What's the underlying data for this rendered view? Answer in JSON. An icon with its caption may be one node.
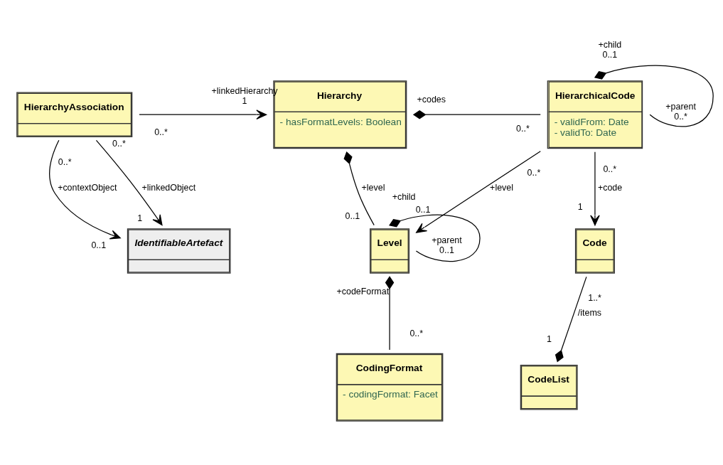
{
  "diagram": {
    "nodes": [
      {
        "text": [
          "HierarchyAssociation"
        ]
      },
      {
        "text": [
          "Hierarchy",
          "- hasFormatLevels: Boolean"
        ]
      },
      {
        "text": [
          "HierarchicalCode",
          "- validFrom: Date",
          "- validTo: Date"
        ]
      },
      {
        "text": [
          "IdentifiableArtefact"
        ]
      },
      {
        "text": [
          "Level"
        ]
      },
      {
        "text": [
          "Code"
        ]
      },
      {
        "text": [
          "CodingFormat",
          "- codingFormat: Facet"
        ]
      },
      {
        "text": [
          "CodeList"
        ]
      }
    ],
    "edges": [
      {
        "from": 0,
        "to": 1,
        "arrow": "to"
      },
      {
        "from": 1,
        "to": 2,
        "arrow": "other"
      },
      {
        "from": 0,
        "to": 3,
        "arrow": "to",
        "label": "+contextObject"
      },
      {
        "from": 0,
        "to": 3,
        "arrow": "to",
        "label": "+linkedObject"
      },
      {
        "from": 1,
        "to": 4,
        "arrow": "other",
        "label": "+level"
      },
      {
        "from": 2,
        "to": 4,
        "arrow": "to",
        "label": "+level"
      },
      {
        "from": 2,
        "to": 2,
        "arrow": "other"
      },
      {
        "from": 2,
        "to": 5,
        "arrow": "to",
        "label": "+code"
      },
      {
        "from": 4,
        "to": 4,
        "arrow": "other"
      },
      {
        "from": 4,
        "to": 6,
        "arrow": "other"
      },
      {
        "from": 7,
        "to": 5,
        "arrow": "other",
        "label": "/items"
      }
    ],
    "labels": [
      "+child",
      "0..1",
      "+linkedHierarchy",
      "+codes",
      "0..*",
      "0..*",
      "1",
      "+parent",
      "0..*",
      "0..*",
      "0..*",
      "0..*",
      "0..*",
      "0..1",
      "1",
      "0..1",
      "0..1",
      "+child",
      "1",
      "+codeFormat",
      "+parent",
      "0..1",
      "1..*",
      "0..*",
      "1"
    ]
  }
}
